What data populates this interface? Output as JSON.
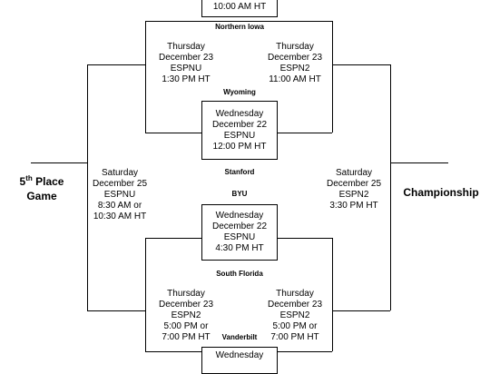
{
  "left_title": {
    "pre": "5",
    "sup": "th",
    "post": " Place",
    "line2": "Game"
  },
  "right_title": "Championship",
  "top_box_line": "10:00 AM HT",
  "teams": {
    "northern_iowa": "Northern Iowa",
    "wyoming": "Wyoming",
    "stanford": "Stanford",
    "byu": "BYU",
    "south_florida": "South Florida",
    "vanderbilt": "Vanderbilt"
  },
  "games": {
    "top_left": [
      "Thursday",
      "December 23",
      "ESPNU",
      "1:30 PM HT"
    ],
    "top_right": [
      "Thursday",
      "December 23",
      "ESPN2",
      "11:00 AM HT"
    ],
    "mid_upper": [
      "Wednesday",
      "December 22",
      "ESPNU",
      "12:00 PM HT"
    ],
    "fifth_place": [
      "Saturday",
      "December 25",
      "ESPNU",
      "8:30 AM or",
      "10:30 AM HT"
    ],
    "championship": [
      "Saturday",
      "December 25",
      "ESPN2",
      "3:30 PM HT"
    ],
    "mid_lower": [
      "Wednesday",
      "December 22",
      "ESPNU",
      "4:30 PM HT"
    ],
    "bottom_left": [
      "Thursday",
      "December 23",
      "ESPN2",
      "5:00 PM or",
      "7:00 PM HT"
    ],
    "bottom_right": [
      "Thursday",
      "December 23",
      "ESPN2",
      "5:00 PM or",
      "7:00 PM HT"
    ],
    "bottom_box": [
      "Wednesday"
    ]
  }
}
